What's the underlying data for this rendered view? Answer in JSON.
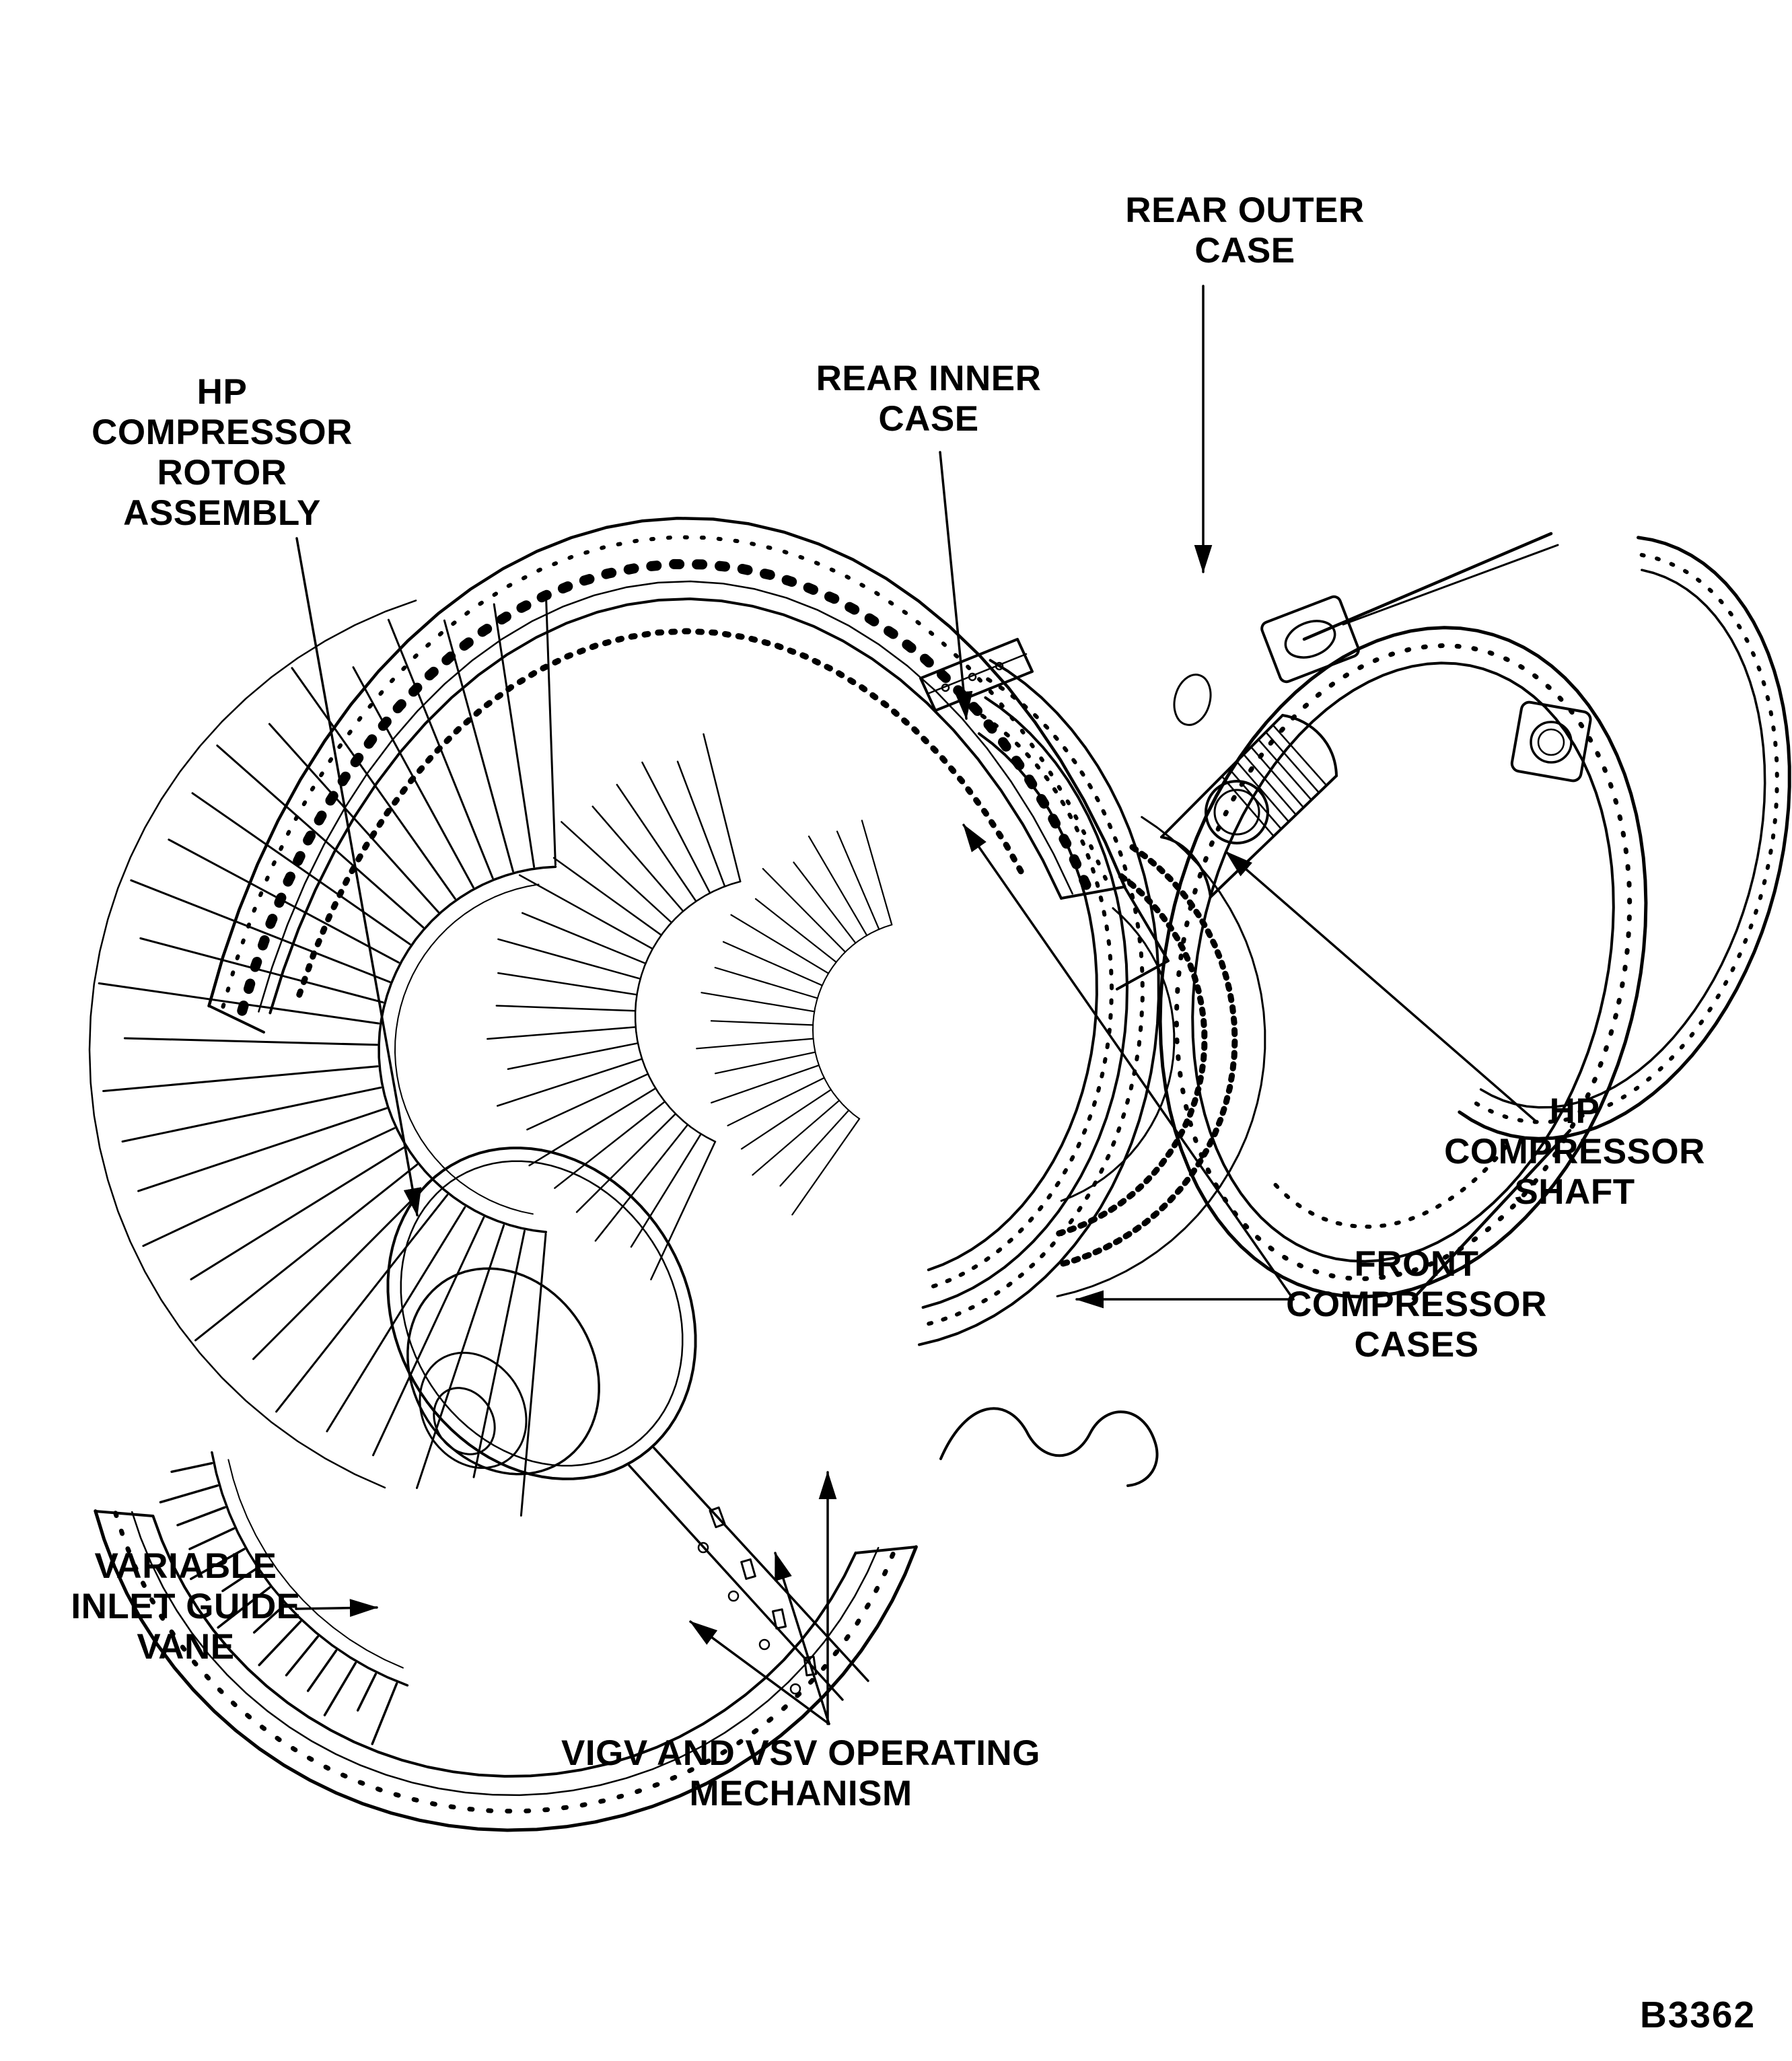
{
  "figure_number": "B3362",
  "ink_color": "#000000",
  "background_color": "#ffffff",
  "labels": {
    "rear_outer_case": {
      "lines": [
        "REAR OUTER",
        "CASE"
      ]
    },
    "rear_inner_case": {
      "lines": [
        "REAR INNER",
        "CASE"
      ]
    },
    "hp_compressor_rotor_assembly": {
      "lines": [
        "HP",
        "COMPRESSOR",
        "ROTOR",
        "ASSEMBLY"
      ]
    },
    "hp_compressor_shaft": {
      "lines": [
        "HP",
        "COMPRESSOR",
        "SHAFT"
      ]
    },
    "front_compressor_cases": {
      "lines": [
        "FRONT",
        "COMPRESSOR",
        "CASES"
      ]
    },
    "variable_inlet_guide_vane": {
      "lines": [
        "VARIABLE",
        "INLET GUIDE",
        "VANE"
      ]
    },
    "vigv_vsv_operating_mechanism": {
      "lines": [
        "VIGV AND VSV OPERATING",
        "MECHANISM"
      ]
    }
  }
}
